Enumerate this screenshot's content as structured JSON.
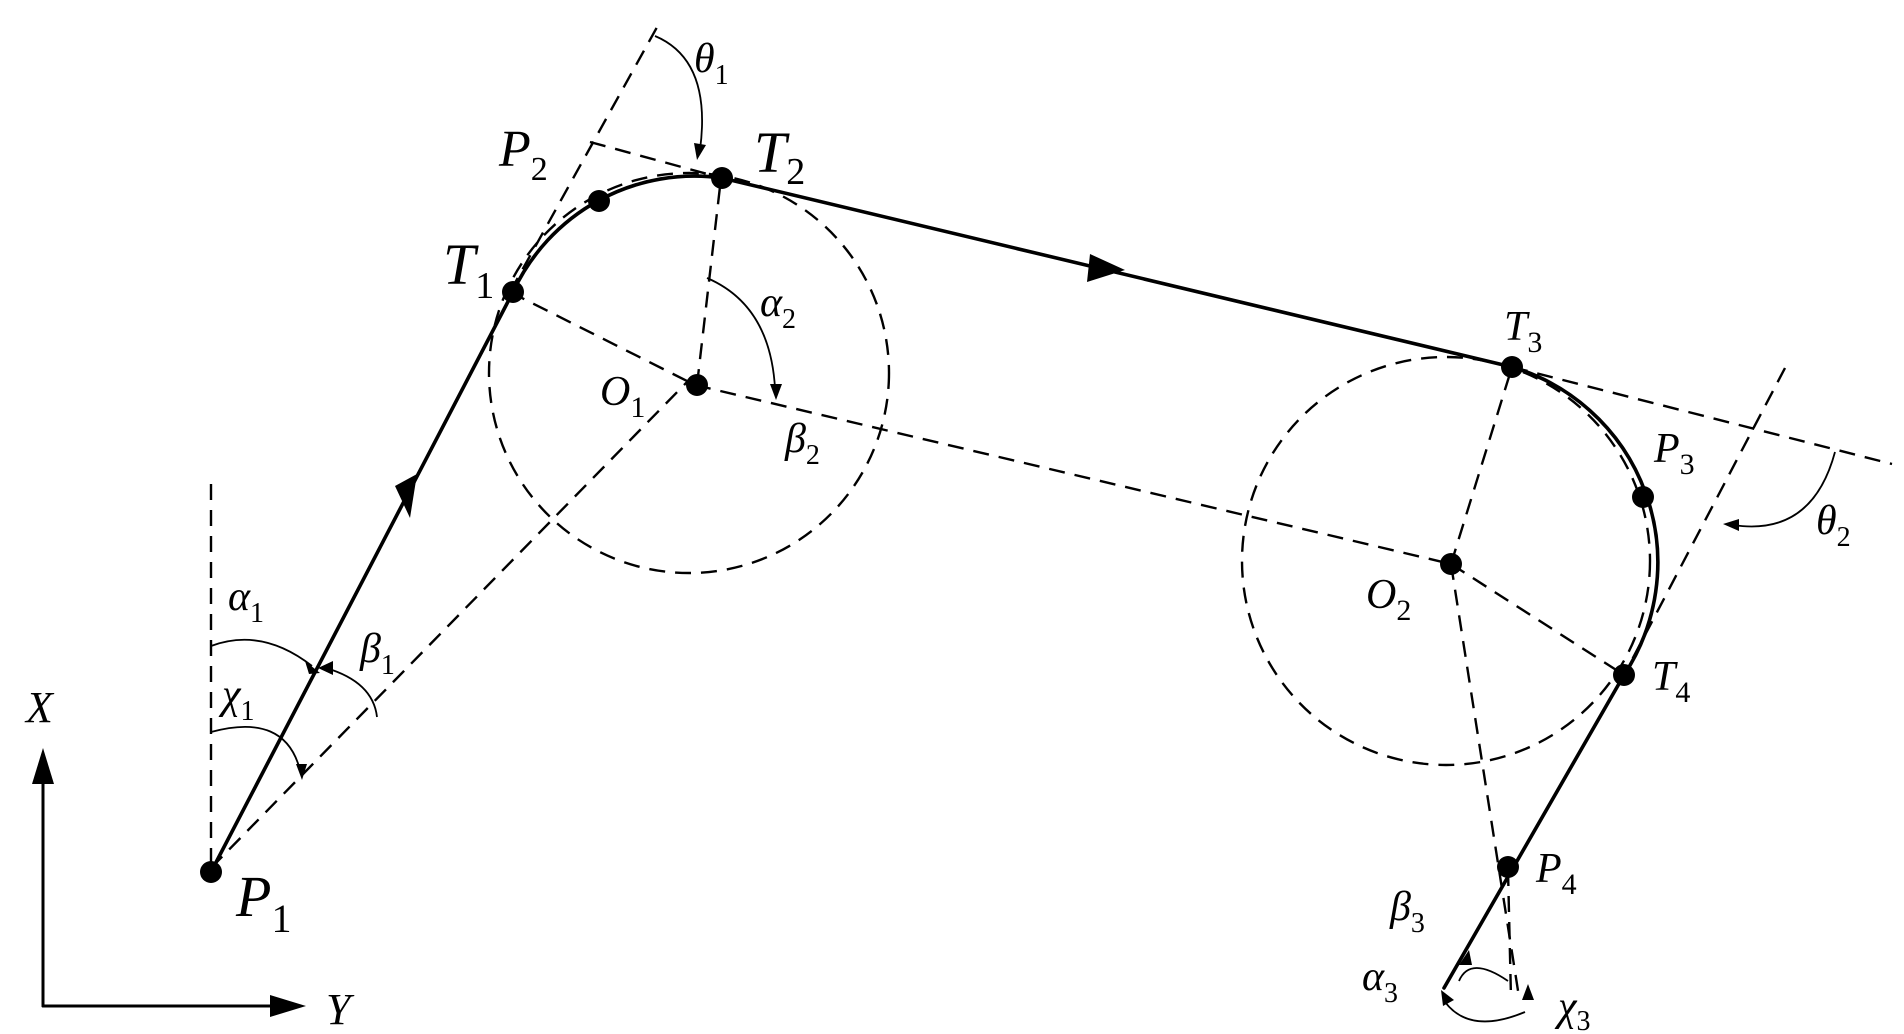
{
  "points": [
    {
      "id": "P1",
      "main": "P",
      "sub": "1"
    },
    {
      "id": "P2",
      "main": "P",
      "sub": "2"
    },
    {
      "id": "P3",
      "main": "P",
      "sub": "3"
    },
    {
      "id": "P4",
      "main": "P",
      "sub": "4"
    },
    {
      "id": "T1",
      "main": "T",
      "sub": "1"
    },
    {
      "id": "T2",
      "main": "T",
      "sub": "2"
    },
    {
      "id": "T3",
      "main": "T",
      "sub": "3"
    },
    {
      "id": "T4",
      "main": "T",
      "sub": "4"
    },
    {
      "id": "O1",
      "main": "O",
      "sub": "1"
    },
    {
      "id": "O2",
      "main": "O",
      "sub": "2"
    }
  ],
  "angles": [
    {
      "id": "alpha1",
      "main": "α",
      "sub": "1"
    },
    {
      "id": "beta1",
      "main": "β",
      "sub": "1"
    },
    {
      "id": "chi1",
      "main": "χ",
      "sub": "1"
    },
    {
      "id": "alpha2",
      "main": "α",
      "sub": "2"
    },
    {
      "id": "beta2",
      "main": "β",
      "sub": "2"
    },
    {
      "id": "theta1",
      "main": "θ",
      "sub": "1"
    },
    {
      "id": "theta2",
      "main": "θ",
      "sub": "2"
    },
    {
      "id": "alpha3",
      "main": "α",
      "sub": "3"
    },
    {
      "id": "beta3",
      "main": "β",
      "sub": "3"
    },
    {
      "id": "chi3",
      "main": "χ",
      "sub": "3"
    }
  ],
  "axes": {
    "x": "X",
    "y": "Y"
  }
}
